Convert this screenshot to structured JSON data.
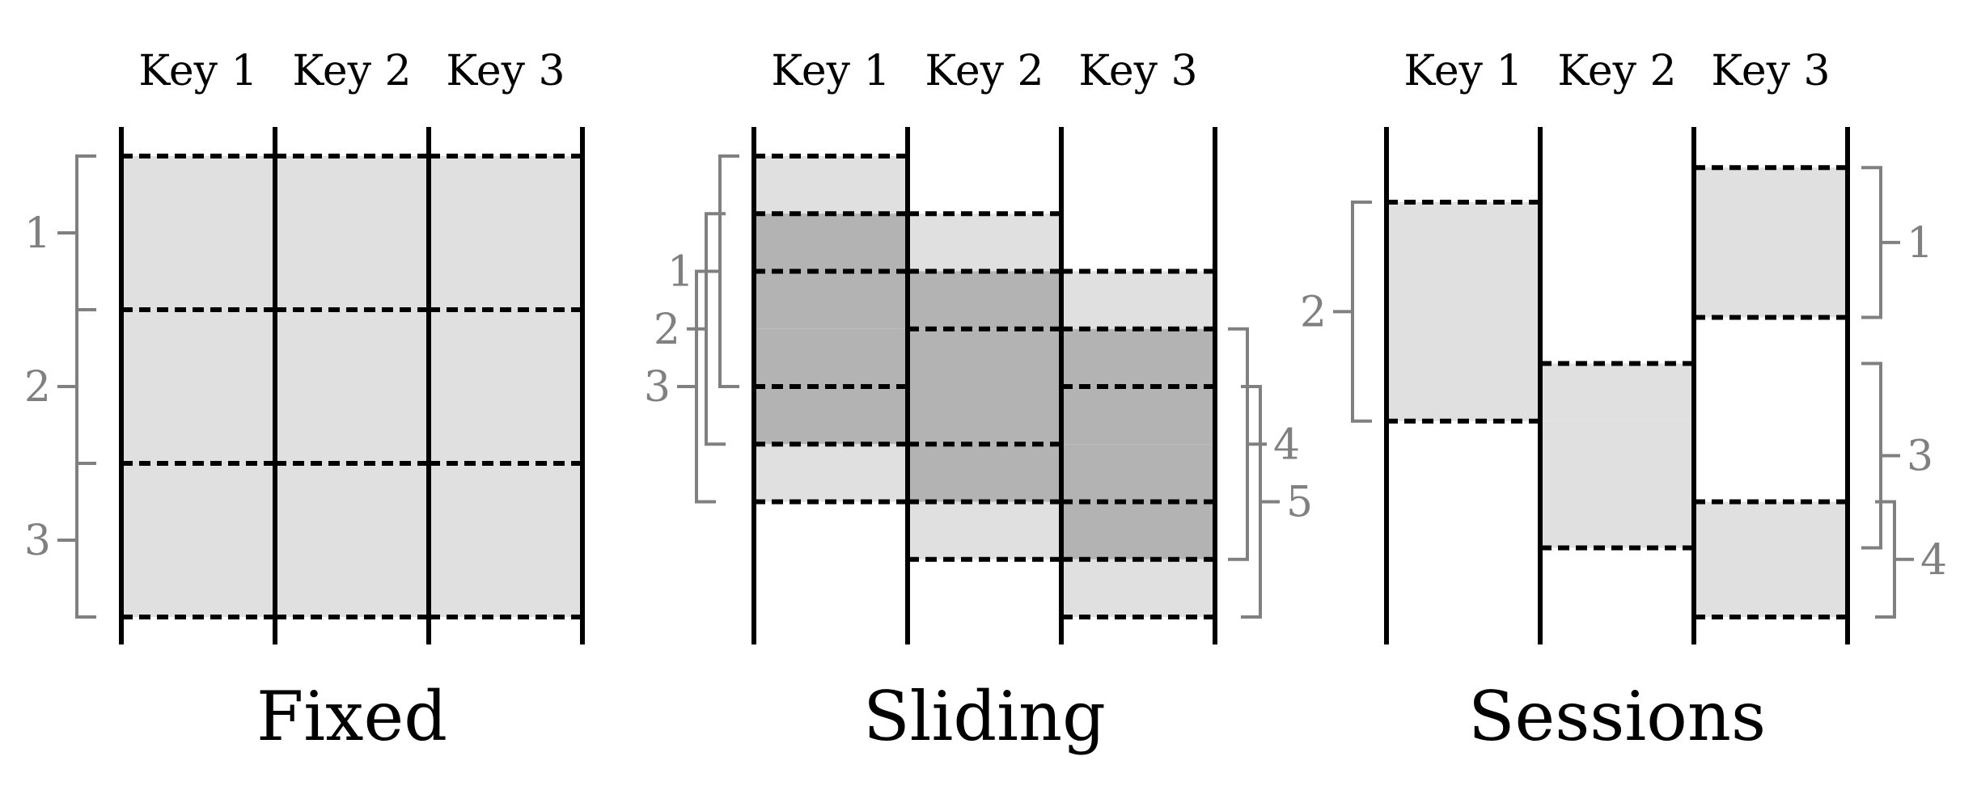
{
  "colors": {
    "line": "#000000",
    "bracket": "#808080",
    "fill_light": "#e0e0e0",
    "fill_dark": "#b3b3b3"
  },
  "keys": [
    "Key 1",
    "Key 2",
    "Key 3"
  ],
  "panels": [
    {
      "title": "Fixed",
      "windows": [
        {
          "label": "1",
          "start": 0,
          "end": 2,
          "keys": [
            0,
            1,
            2
          ]
        },
        {
          "label": "2",
          "start": 2,
          "end": 4,
          "keys": [
            0,
            1,
            2
          ]
        },
        {
          "label": "3",
          "start": 4,
          "end": 6,
          "keys": [
            0,
            1,
            2
          ]
        }
      ]
    },
    {
      "title": "Sliding",
      "windows": [
        {
          "label": "1",
          "start": 0,
          "end": 3,
          "keys": [
            0
          ]
        },
        {
          "label": "2",
          "start": 0.75,
          "end": 3.75,
          "keys": [
            0,
            1
          ]
        },
        {
          "label": "3",
          "start": 1.5,
          "end": 4.5,
          "keys": [
            0,
            1,
            2
          ]
        },
        {
          "label": "4",
          "start": 2.25,
          "end": 5.25,
          "keys": [
            1,
            2
          ]
        },
        {
          "label": "5",
          "start": 3,
          "end": 6,
          "keys": [
            2
          ]
        }
      ]
    },
    {
      "title": "Sessions",
      "windows": [
        {
          "label": "2",
          "start": 0.6,
          "end": 3.45,
          "keys": [
            0
          ]
        },
        {
          "label": "1",
          "start": 0.15,
          "end": 2.1,
          "keys": [
            2
          ]
        },
        {
          "label": "3",
          "start": 2.7,
          "end": 5.1,
          "keys": [
            1
          ]
        },
        {
          "label": "4",
          "start": 4.5,
          "end": 6,
          "keys": [
            2
          ]
        }
      ]
    }
  ]
}
